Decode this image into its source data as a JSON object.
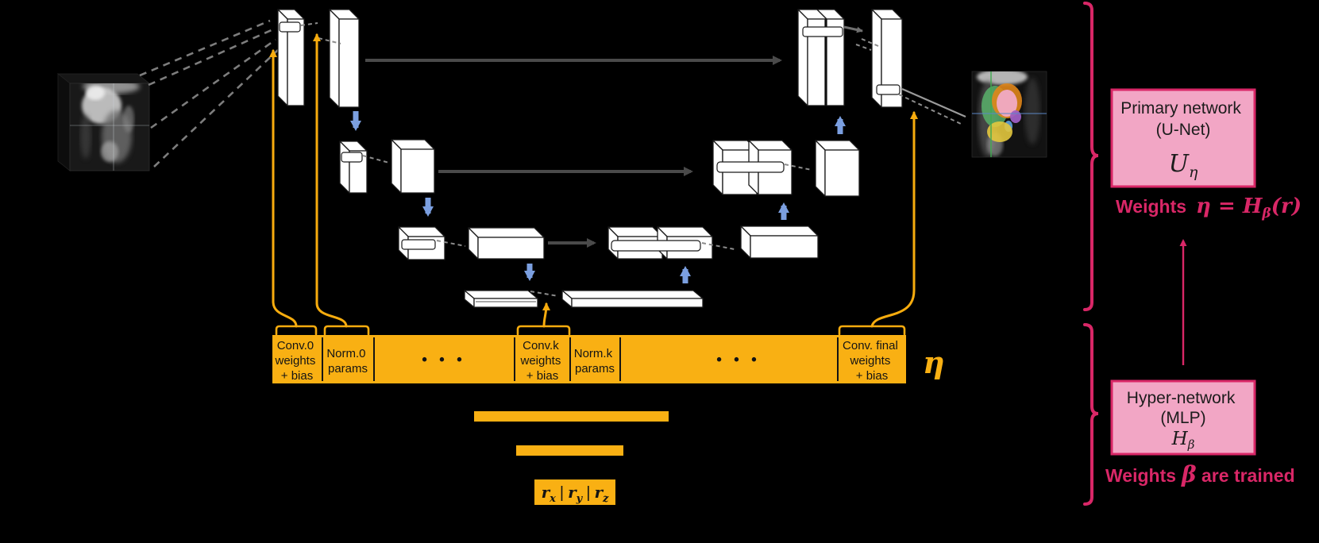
{
  "colors": {
    "background": "#000000",
    "accent_yellow": "#F7AC0E",
    "arrow_blue": "#7B9FE0",
    "skip_arrow_gray": "#4A4A4A",
    "crimson": "#D92767",
    "pink_fill": "#F2A6C5",
    "block_fill": "#FFFFFF"
  },
  "weights_bar": {
    "eta": "η",
    "segments": [
      {
        "lines": [
          "Conv.0",
          "weights",
          "+ bias"
        ]
      },
      {
        "lines": [
          "Norm.0",
          "params"
        ]
      },
      {
        "lines": [
          "• • •"
        ]
      },
      {
        "lines": [
          "Conv.k",
          "weights",
          "+ bias"
        ]
      },
      {
        "lines": [
          "Norm.k",
          "params"
        ]
      },
      {
        "lines": [
          "• • •"
        ]
      },
      {
        "lines": [
          "Conv. final",
          "weights",
          "+ bias"
        ]
      }
    ]
  },
  "coord_input": {
    "r1": "r",
    "s1": "x",
    "sep1": "|",
    "r2": "r",
    "s2": "y",
    "sep2": "|",
    "r3": "r",
    "s3": "z"
  },
  "primary_network": {
    "line1": "Primary network",
    "line2": "(U-Net)",
    "symbol": "U",
    "symbol_sub": "η"
  },
  "primary_caption": {
    "word": "Weights",
    "math": "η = H",
    "sub": "β",
    "tail": "(r)"
  },
  "hyper_network": {
    "line1": "Hyper-network",
    "line2": "(MLP)",
    "symbol": "H",
    "symbol_sub": "β"
  },
  "hyper_caption": {
    "word": "Weights",
    "beta": "β",
    "tail": " are trained"
  }
}
